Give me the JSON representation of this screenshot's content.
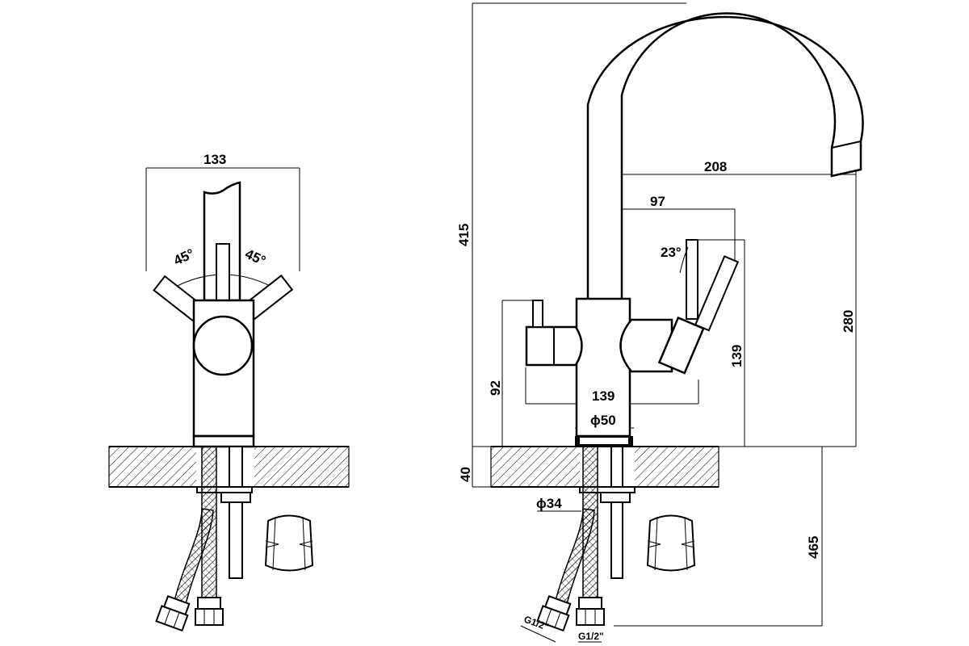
{
  "left_view": {
    "width_label": "133",
    "angle_left_label": "45°",
    "angle_right_label": "45°"
  },
  "right_view": {
    "height_total_label": "415",
    "spout_reach_label": "208",
    "handle_offset_label": "97",
    "handle_angle_label": "23°",
    "spout_height_label": "280",
    "handle_height_label": "139",
    "body_width_label": "139",
    "body_height_label": "92",
    "base_diameter_label": "ϕ50",
    "countertop_label": "40",
    "shank_diameter_label": "ϕ34",
    "hose_length_label": "465",
    "thread_left_label": "G1/2\"",
    "thread_right_label": "G1/2\""
  }
}
